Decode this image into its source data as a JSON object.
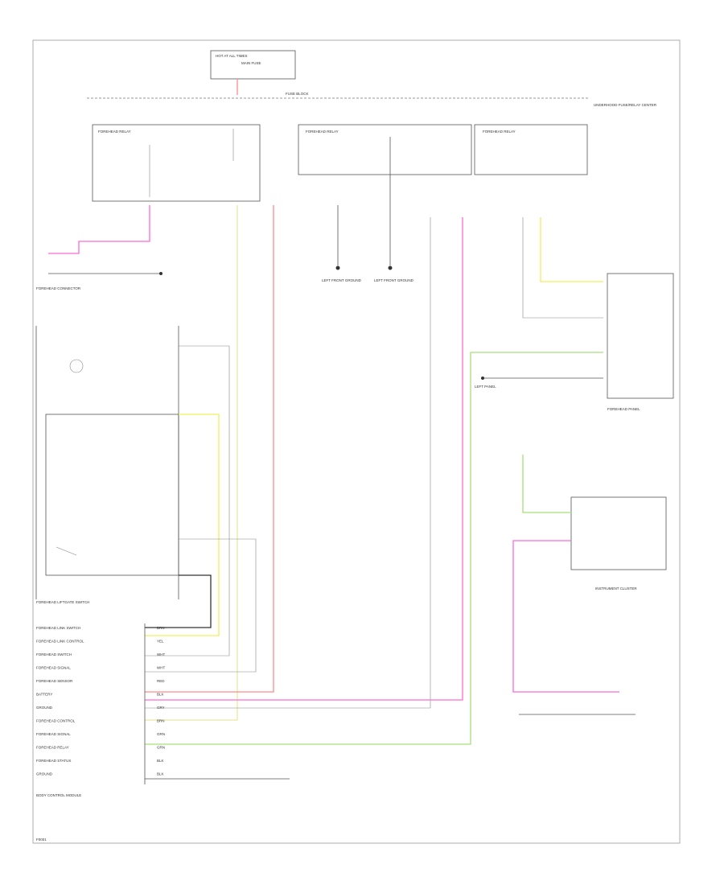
{
  "wire_colors": {
    "red": "#ff8a8a",
    "pink": "#ff6ad5",
    "yellow": "#eef05a",
    "green": "#a8e07a",
    "white": "#cccccc",
    "black": "#333333"
  },
  "labels": {
    "hot_at_all_times": "HOT AT ALL TIMES",
    "main_fuse": "MAIN FUSE",
    "fuse_block": "FUSE BLOCK",
    "relay_1": "FOREHEAD RELAY",
    "relay_2": "FOREHEAD RELAY",
    "relay_3": "FOREHEAD RELAY",
    "underhood_fuse": "UNDERHOOD FUSE/RELAY CENTER",
    "ground_left": "LEFT FRONT GROUND",
    "ground_right": "LEFT FRONT GROUND",
    "switch_label": "FOREHEAD LIFTGATE SWITCH",
    "connector_label": "FOREHEAD CONNECTOR",
    "right_panel": "FOREHEAD PANEL",
    "left_panel_label": "LEFT PANEL",
    "instrument_cluster": "INSTRUMENT CLUSTER",
    "body_control": "BODY CONTROL MODULE",
    "page_id": "F0001"
  },
  "left_rows": [
    "FOREHEAD LINK SWITCH",
    "FOREHEAD LINK CONTROL",
    "FOREHEAD SWITCH",
    "FOREHEAD SIGNAL",
    "FOREHEAD SENSOR",
    "BATTERY",
    "GROUND",
    "FOREHEAD CONTROL",
    "FOREHEAD SIGNAL",
    "FOREHEAD RELAY",
    "FOREHEAD STATUS",
    "GROUND"
  ],
  "row_colors_text": [
    "BRN",
    "YEL",
    "WHT",
    "WHT",
    "RED",
    "BLK",
    "GRY",
    "BRN",
    "GRN",
    "GRN",
    "BLK",
    "BLK"
  ]
}
